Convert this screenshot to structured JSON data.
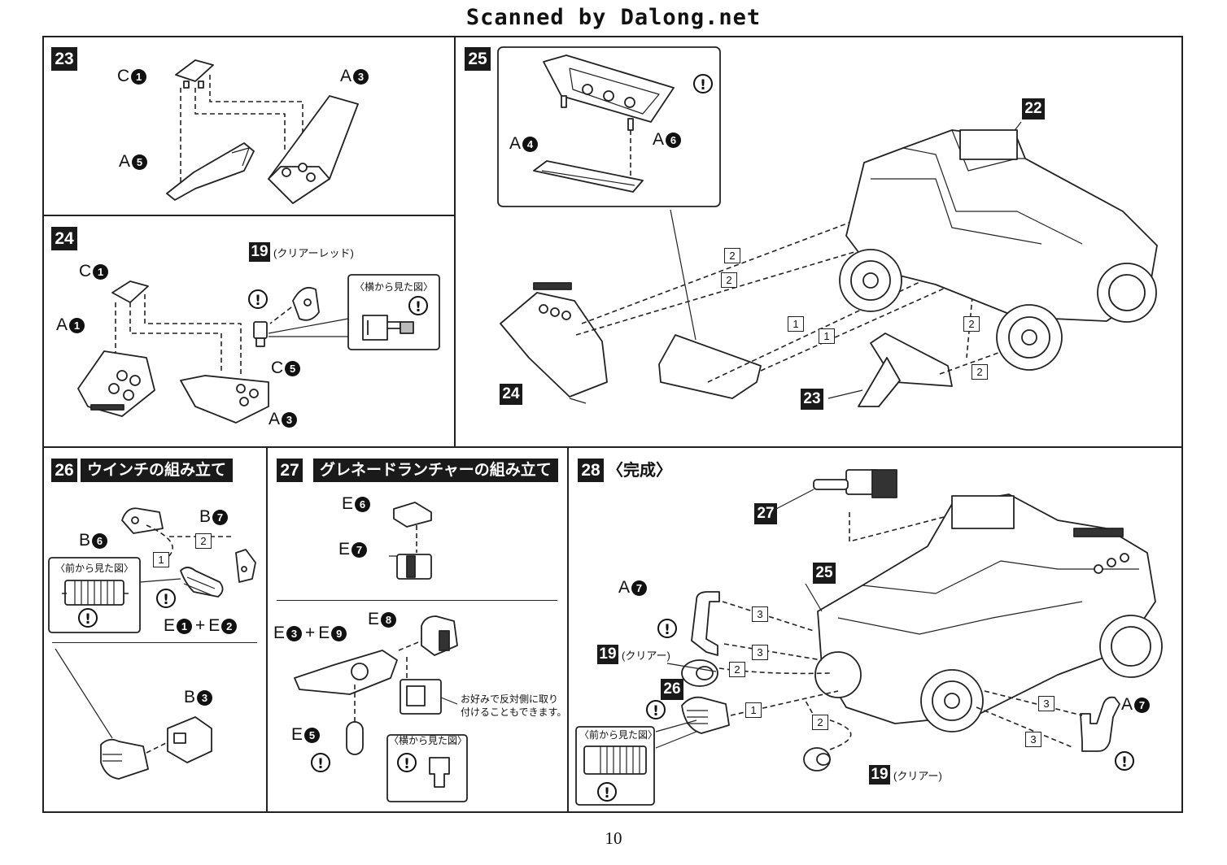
{
  "header": {
    "scanned_by": "Scanned by Dalong.net"
  },
  "page_number": "10",
  "steps": {
    "s23": {
      "num": "23",
      "labels": {
        "c1": {
          "letter": "C",
          "num": "1"
        },
        "a3": {
          "letter": "A",
          "num": "3"
        },
        "a5": {
          "letter": "A",
          "num": "5"
        }
      }
    },
    "s24": {
      "num": "24",
      "runner": {
        "num": "19",
        "note": "(クリアーレッド)"
      },
      "inset_title": "〈横から見た図〉",
      "labels": {
        "c1": {
          "letter": "C",
          "num": "1"
        },
        "a1": {
          "letter": "A",
          "num": "1"
        },
        "c5": {
          "letter": "C",
          "num": "5"
        },
        "a3": {
          "letter": "A",
          "num": "3"
        }
      }
    },
    "s25": {
      "num": "25",
      "labels": {
        "a4": {
          "letter": "A",
          "num": "4"
        },
        "a6": {
          "letter": "A",
          "num": "6"
        }
      },
      "tags": {
        "t22": "22",
        "t24": "24",
        "t23": "23"
      },
      "seq": {
        "s2a": "2",
        "s2b": "2",
        "s1a": "1",
        "s1b": "1",
        "s2c": "2",
        "s2d": "2"
      }
    },
    "s26": {
      "num": "26",
      "title": "ウインチの組み立て",
      "inset_title": "〈前から見た図〉",
      "labels": {
        "b7": {
          "letter": "B",
          "num": "7"
        },
        "b6": {
          "letter": "B",
          "num": "6"
        },
        "b3": {
          "letter": "B",
          "num": "3"
        }
      },
      "combo": {
        "l1": "E",
        "n1": "1",
        "plus": "+",
        "l2": "E",
        "n2": "2"
      },
      "seq": {
        "s2": "2",
        "s1": "1"
      }
    },
    "s27": {
      "num": "27",
      "title": "グレネードランチャーの組み立て",
      "inset_title": "〈横から見た図〉",
      "caption": [
        "お好みで反対側に取り",
        "付けることもできます。"
      ],
      "labels": {
        "e6": {
          "letter": "E",
          "num": "6"
        },
        "e7": {
          "letter": "E",
          "num": "7"
        },
        "e8": {
          "letter": "E",
          "num": "8"
        },
        "e5": {
          "letter": "E",
          "num": "5"
        }
      },
      "combo": {
        "l1": "E",
        "n1": "3",
        "plus": "+",
        "l2": "E",
        "n2": "9"
      }
    },
    "s28": {
      "num": "28",
      "title": "〈完成〉",
      "inset_title": "〈前から見た図〉",
      "labels": {
        "a7a": {
          "letter": "A",
          "num": "7"
        },
        "a7b": {
          "letter": "A",
          "num": "7"
        }
      },
      "runner1": {
        "num": "19",
        "note": "(クリアー)"
      },
      "runner2": {
        "num": "19",
        "note": "(クリアー)"
      },
      "tags": {
        "t27": "27",
        "t25": "25",
        "t26": "26"
      },
      "seq": {
        "s3a": "3",
        "s3b": "3",
        "s2a": "2",
        "s1": "1",
        "s3c": "3",
        "s2b": "2",
        "s3d": "3"
      }
    }
  },
  "icons": {
    "warning": "!"
  }
}
